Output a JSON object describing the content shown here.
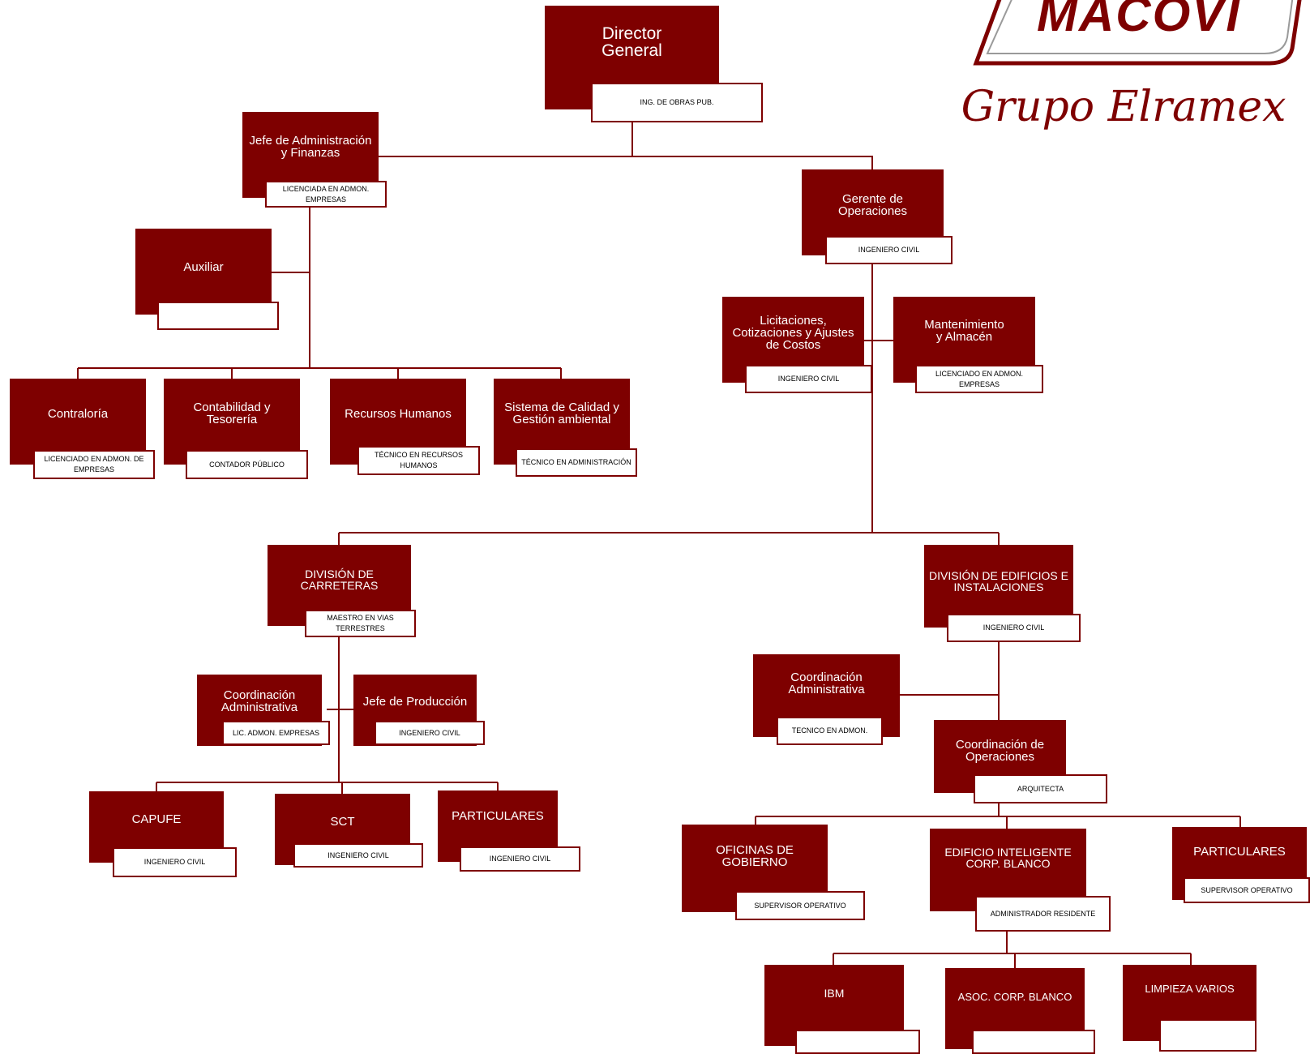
{
  "brand": {
    "name": "MACOVI",
    "group": "Grupo Elramex",
    "color": "#7e0000"
  },
  "org": {
    "director": {
      "title": "Director\nGeneral",
      "profile": "ING. DE OBRAS PUB."
    },
    "jefe_admin": {
      "title": "Jefe de Administración\ny Finanzas",
      "profile": "LICENCIADA EN ADMON.\nEMPRESAS"
    },
    "auxiliar": {
      "title": "Auxiliar",
      "profile": ""
    },
    "contraloria": {
      "title": "Contraloría",
      "profile": "LICENCIADO EN ADMON. DE\nEMPRESAS"
    },
    "contabilidad": {
      "title": "Contabilidad y\nTesorería",
      "profile": "CONTADOR PÚBLICO"
    },
    "rrhh": {
      "title": "Recursos Humanos",
      "profile": "TÉCNICO EN RECURSOS\nHUMANOS"
    },
    "calidad": {
      "title": "Sistema de Calidad y\nGestión ambiental",
      "profile": "TÉCNICO EN ADMINISTRACIÓN"
    },
    "gerente_ops": {
      "title": "Gerente de\nOperaciones",
      "profile": "INGENIERO CIVIL"
    },
    "licitaciones": {
      "title": "Licitaciones,\nCotizaciones y Ajustes\nde Costos",
      "profile": "INGENIERO CIVIL"
    },
    "mantenimiento": {
      "title": "Mantenimiento\ny Almacén",
      "profile": "LICENCIADO EN ADMON.\nEMPRESAS"
    },
    "div_carreteras": {
      "title": "DIVISIÓN DE\nCARRETERAS",
      "profile": "MAESTRO EN VIAS\nTERRESTRES"
    },
    "coord_admin_carr": {
      "title": "Coordinación\nAdministrativa",
      "profile": "LIC. ADMON. EMPRESAS"
    },
    "jefe_produccion": {
      "title": "Jefe de Producción",
      "profile": "INGENIERO CIVIL"
    },
    "capufe": {
      "title": "CAPUFE",
      "profile": "INGENIERO CIVIL"
    },
    "sct": {
      "title": "SCT",
      "profile": "INGENIERO CIVIL"
    },
    "particulares_carr": {
      "title": "PARTICULARES",
      "profile": "INGENIERO CIVIL"
    },
    "div_edificios": {
      "title": "DIVISIÓN DE EDIFICIOS E\nINSTALACIONES",
      "profile": "INGENIERO CIVIL"
    },
    "coord_admin_edif": {
      "title": "Coordinación\nAdministrativa",
      "profile": "TECNICO EN ADMON."
    },
    "coord_operaciones": {
      "title": "Coordinación de\nOperaciones",
      "profile": "ARQUITECTA"
    },
    "oficinas_gobierno": {
      "title": "OFICINAS DE\nGOBIERNO",
      "profile": "SUPERVISOR OPERATIVO"
    },
    "edificio_inteligente": {
      "title": "EDIFICIO INTELIGENTE\nCORP. BLANCO",
      "profile": "ADMINISTRADOR RESIDENTE"
    },
    "particulares_edif": {
      "title": "PARTICULARES",
      "profile": "SUPERVISOR OPERATIVO"
    },
    "ibm": {
      "title": "IBM",
      "profile": ""
    },
    "asoc_corp": {
      "title": "ASOC. CORP. BLANCO",
      "profile": ""
    },
    "limpieza": {
      "title": "LIMPIEZA VARIOS",
      "profile": ""
    }
  }
}
